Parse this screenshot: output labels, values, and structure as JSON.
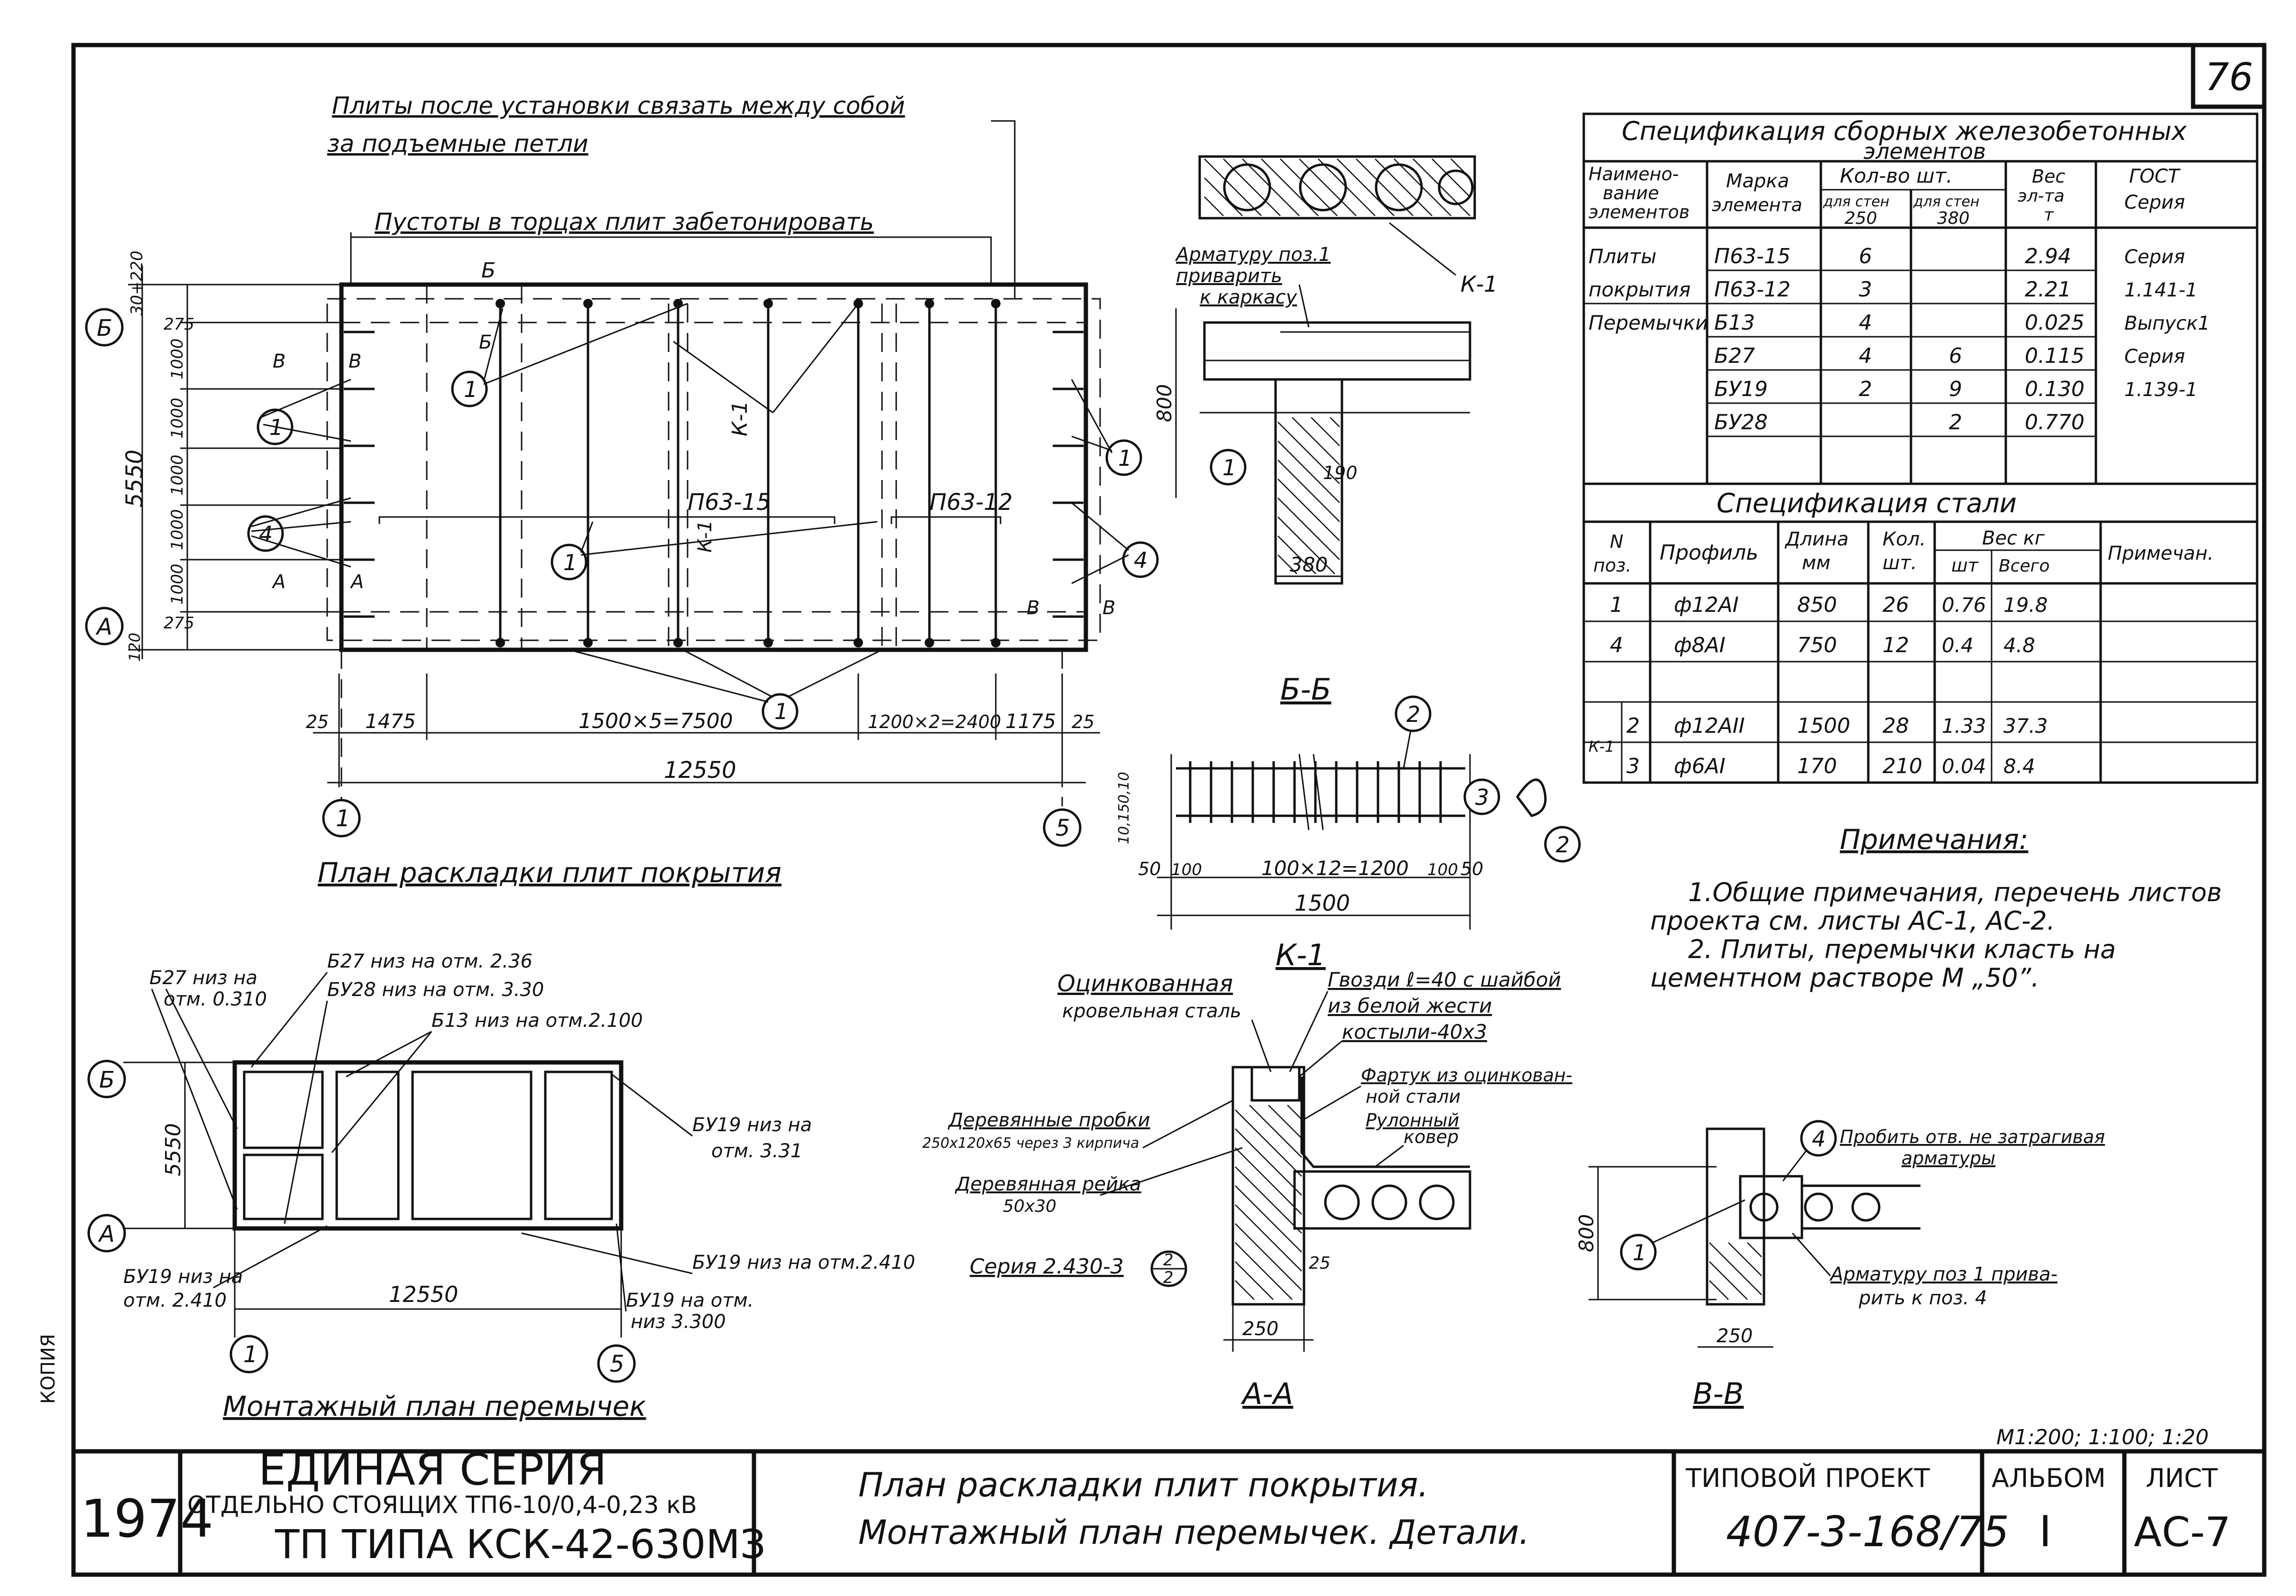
{
  "sheet": {
    "number": "76",
    "scale": "М1:200; 1:100; 1:20"
  },
  "title_block": {
    "year": "1974",
    "series_title": "ЕДИНАЯ  СЕРИЯ",
    "subtitle": "ОТДЕЛЬНО СТОЯЩИХ  ТП6-10/0,4-0,23 кВ",
    "type": "ТП  ТИПА КСК-42-630МЗ",
    "drawing_title_1": "План раскладки плит покрытия.",
    "drawing_title_2": "Монтажный  план  перемычек. Детали.",
    "project_label": "ТИПОВОЙ ПРОЕКТ",
    "project_number": "407-3-168/75",
    "album_label": "АЛЬБОМ",
    "album_value": "I",
    "sheet_label": "ЛИСТ",
    "sheet_value": "АС-7"
  },
  "spec_precast": {
    "title_1": "Спецификация  сборных  железобетонных",
    "title_2": "элементов",
    "headers": {
      "name": [
        "Наимено-",
        "вание",
        "элементов"
      ],
      "mark": [
        "Марка",
        "элемента"
      ],
      "qty": "Кол-во  шт.",
      "qty_250": [
        "для стен",
        "250"
      ],
      "qty_380": [
        "для стен",
        "380"
      ],
      "weight": [
        "Вес",
        "эл-та",
        "т"
      ],
      "gost": [
        "ГОСТ",
        "Серия"
      ]
    },
    "rows": [
      {
        "name": "Плиты",
        "mark": "П63-15",
        "q250": "6",
        "q380": "",
        "weight": "2.94",
        "gost": "Серия"
      },
      {
        "name": "покрытия",
        "mark": "П63-12",
        "q250": "3",
        "q380": "",
        "weight": "2.21",
        "gost": "1.141-1"
      },
      {
        "name": "Перемычки",
        "mark": "Б13",
        "q250": "4",
        "q380": "",
        "weight": "0.025",
        "gost": "Выпуск1"
      },
      {
        "name": "",
        "mark": "Б27",
        "q250": "4",
        "q380": "6",
        "weight": "0.115",
        "gost": "Серия"
      },
      {
        "name": "",
        "mark": "БУ19",
        "q250": "2",
        "q380": "9",
        "weight": "0.130",
        "gost": "1.139-1"
      },
      {
        "name": "",
        "mark": "БУ28",
        "q250": "",
        "q380": "2",
        "weight": "0.770",
        "gost": ""
      }
    ]
  },
  "spec_steel": {
    "title": "Спецификация  стали",
    "headers": {
      "pos": [
        "N",
        "поз."
      ],
      "profile": "Профиль",
      "length": [
        "Длина",
        "мм"
      ],
      "qty": [
        "Кол.",
        "шт."
      ],
      "weight": "Вес  кг",
      "weight_unit": "шт",
      "weight_total": "Всего",
      "note": "Примечан."
    },
    "rows": [
      {
        "group": "",
        "pos": "1",
        "profile": "ф12АI",
        "length": "850",
        "qty": "26",
        "unit": "0.76",
        "total": "19.8"
      },
      {
        "group": "",
        "pos": "4",
        "profile": "ф8АI",
        "length": "750",
        "qty": "12",
        "unit": "0.4",
        "total": "4.8"
      },
      {
        "group": "",
        "pos": "",
        "profile": "",
        "length": "",
        "qty": "",
        "unit": "",
        "total": ""
      },
      {
        "group": "К-1",
        "pos": "2",
        "profile": "ф12АII",
        "length": "1500",
        "qty": "28",
        "unit": "1.33",
        "total": "37.3"
      },
      {
        "group": "",
        "pos": "3",
        "profile": "ф6АI",
        "length": "170",
        "qty": "210",
        "unit": "0.04",
        "total": "8.4"
      }
    ]
  },
  "notes": {
    "title": "Примечания:",
    "lines": [
      "1.Общие примечания, перечень листов",
      "проекта  см.  листы  АС-1, АС-2.",
      "2. Плиты,  перемычки  класть  на",
      "цементном  растворе  М „50”."
    ]
  },
  "slab_plan": {
    "note_1": "Плиты после установки связать между собой",
    "note_1b": "за подъемные петли",
    "note_2": "Пустоты в торцах плит забетонировать",
    "caption": "План раскладки плит покрытия",
    "slab_15": "П63-15",
    "slab_12": "П63-12",
    "frame": "К-1",
    "frame_2": "К-1",
    "dim_total": "12550",
    "dim_25a": "25",
    "dim_1475": "1475",
    "dim_mid": "1500×5=7500",
    "dim_1200": "1200×2=2400",
    "dim_1175": "1175",
    "dim_25b": "25",
    "dim_5550": "5550",
    "dim_top": "30+220",
    "dim_bottom": "120",
    "dim_275a": "275",
    "dim_275b": "275",
    "dim_1000_list": [
      "1000",
      "1000",
      "1000",
      "1000",
      "1000"
    ],
    "axis_a": "А",
    "axis_b": "Б",
    "axis_1": "1",
    "axis_5": "5",
    "pos_1": "1",
    "pos_4": "4",
    "cut_b": "Б",
    "cut_v": "В",
    "cut_a": "А"
  },
  "lintel_plan": {
    "caption": "Монтажный план перемычек",
    "labels": [
      "Б27  низ на",
      "отм. 0.310",
      "Б27 низ на отм. 2.36",
      "БУ28  низ на отм. 3.30",
      "Б13  низ на отм.2.100",
      "БУ19 низ на",
      "отм. 3.31",
      "БУ19 низ на",
      "отм. 2.410",
      "БУ19 низ на отм.2.410",
      "БУ19 на отм.",
      "низ 3.300"
    ],
    "dim_total": "12550",
    "dim_5550": "5550",
    "axis_a": "А",
    "axis_b": "Б",
    "axis_1": "1",
    "axis_5": "5"
  },
  "section_bb": {
    "title": "Б-Б",
    "label_1": "Арматуру поз.1",
    "label_2": "приварить",
    "label_3": "к каркасу",
    "frame": "К-1",
    "dim_800": "800",
    "dim_190": "190",
    "dim_380": "380",
    "pos": "1"
  },
  "frame_k1": {
    "title": "К-1",
    "dim_50a": "50",
    "dim_100a": "100",
    "dim_mid": "100×12=1200",
    "dim_100b": "100",
    "dim_50b": "50",
    "dim_1500": "1500",
    "dim_side": "10,150,10",
    "pos_2": "2",
    "pos_3": "3"
  },
  "section_aa": {
    "title": "А-А",
    "labels": [
      "Оцинкованная",
      "кровельная сталь",
      "Гвозди ℓ=40 с шайбой",
      "из белой жести",
      "костыли-40х3",
      "Фартук из оцинкован-",
      "ной стали",
      "Рулонный",
      "ковер",
      "Деревянные пробки",
      "250х120х65 через 3 кирпича",
      "Деревянная рейка",
      "50х30",
      "Серия 2.430-3"
    ],
    "ref_num": "2",
    "ref_den": "2",
    "dim_25": "25",
    "dim_250": "250"
  },
  "section_vv": {
    "title": "В-В",
    "label_1": "Пробить отв. не затрагивая",
    "label_2": "арматуры",
    "label_3": "Арматуру поз 1 прива-",
    "label_4": "рить  к поз. 4",
    "pos_4": "4",
    "pos_1": "1",
    "dim_800": "800",
    "dim_250": "250"
  },
  "margin_stamp": "КОПИЯ"
}
